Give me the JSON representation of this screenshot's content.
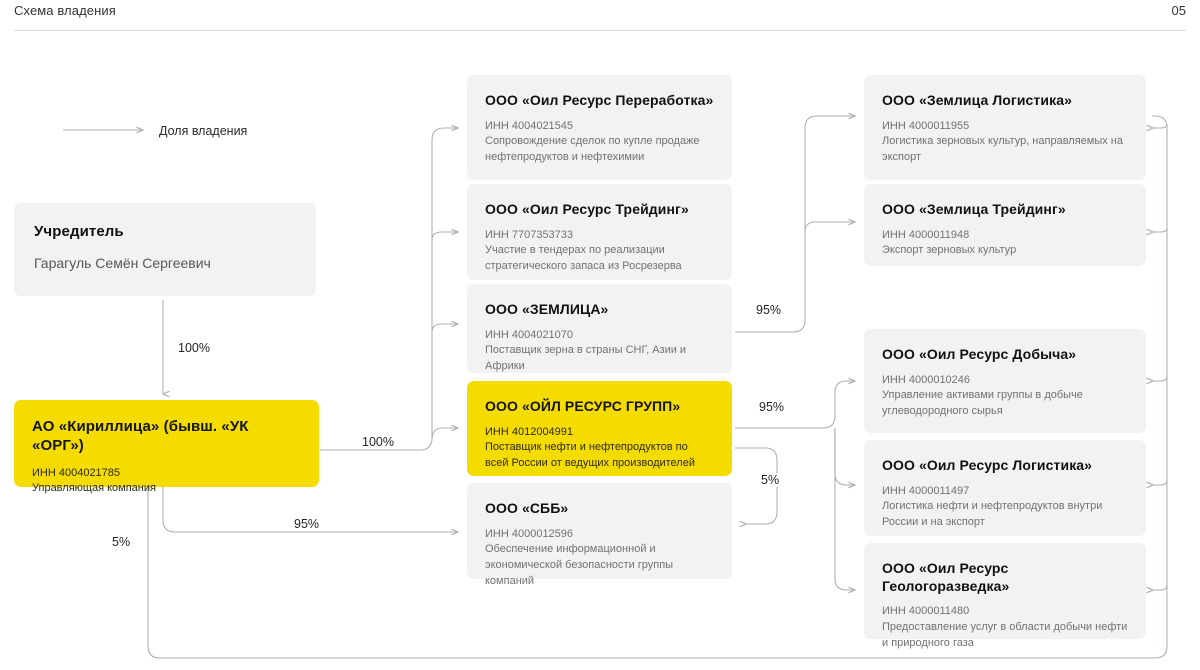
{
  "header": {
    "title": "Схема владения",
    "page_number": "05"
  },
  "legend": {
    "arrow_label": "Доля владения"
  },
  "founder": {
    "role": "Учредитель",
    "name": "Гарагуль Семён Сергеевич"
  },
  "management_company": {
    "title": "АО «Кириллица» (бывш. «УК «ОРГ»)",
    "inn": "ИНН 4004021785",
    "description": "Управляющая компания",
    "highlight_color": "#f5dc00"
  },
  "middle_column": [
    {
      "title": "ООО «Оил Ресурс Переработка»",
      "inn": "ИНН 4004021545",
      "description": "Сопровождение сделок по купле продаже нефтепродуктов и нефтехимии",
      "highlighted": false
    },
    {
      "title": "ООО «Оил Ресурс Трейдинг»",
      "inn": "ИНН 7707353733",
      "description": "Участие в тендерах по реализации стратегического запаса из Росрезерва",
      "highlighted": false
    },
    {
      "title": "ООО «ЗЕМЛИЦА»",
      "inn": "ИНН 4004021070",
      "description": "Поставщик зерна в страны СНГ, Азии и Африки",
      "highlighted": false
    },
    {
      "title": "ООО «ОЙЛ РЕСУРС ГРУПП»",
      "inn": "ИНН 4012004991",
      "description": "Поставщик нефти и нефтепродуктов по всей России от ведущих производителей",
      "highlighted": true
    },
    {
      "title": "ООО «СББ»",
      "inn": "ИНН 4000012596",
      "description": "Обеспечение информационной и экономической безопасности группы компаний",
      "highlighted": false
    }
  ],
  "right_column": [
    {
      "title": "ООО «Землица Логистика»",
      "inn": "ИНН 4000011955",
      "description": "Логистика зерновых культур, направляемых на экспорт"
    },
    {
      "title": "ООО «Землица Трейдинг»",
      "inn": "ИНН 4000011948",
      "description": "Экспорт зерновых культур"
    },
    {
      "title": "ООО «Оил Ресурс Добыча»",
      "inn": "ИНН 4000010246",
      "description": "Управление активами группы в добыче углеводородного сырья"
    },
    {
      "title": "ООО «Оил Ресурс Логистика»",
      "inn": "ИНН 4000011497",
      "description": "Логистика нефти и нефтепродуктов внутри России и на экспорт"
    },
    {
      "title": "ООО «Оил Ресурс Геологоразведка»",
      "inn": "ИНН 4000011480",
      "description": "Предоставление услуг в области добычи нефти и природного газа"
    }
  ],
  "edges": [
    {
      "id": "founder-to-mc",
      "label": "100%"
    },
    {
      "id": "mc-to-oil-group-branch",
      "label": "100%"
    },
    {
      "id": "mc-to-sbb",
      "label": "95%"
    },
    {
      "id": "mc-bottom-to-right",
      "label": "5%"
    },
    {
      "id": "zemlitsa-to-right",
      "label": "95%"
    },
    {
      "id": "oilgroup-to-right",
      "label": "95%"
    },
    {
      "id": "oilgroup-to-sbb",
      "label": "5%"
    }
  ]
}
